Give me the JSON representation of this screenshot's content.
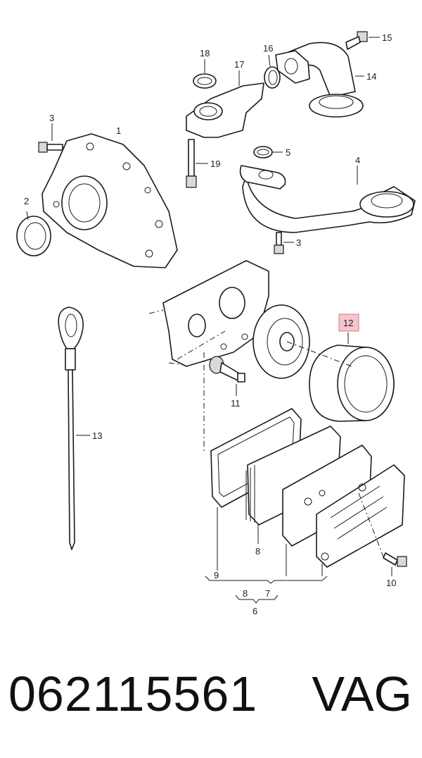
{
  "callouts": {
    "c1": "1",
    "c2": "2",
    "c3a": "3",
    "c3b": "3",
    "c4": "4",
    "c5": "5",
    "c6": "6",
    "c7": "7",
    "c8a": "8",
    "c8b": "8",
    "c9": "9",
    "c10": "10",
    "c11": "11",
    "c12": "12",
    "c13": "13",
    "c14": "14",
    "c15": "15",
    "c16": "16",
    "c17": "17",
    "c18": "18",
    "c19": "19"
  },
  "highlight_color": "#f4c6cb",
  "footer": {
    "part_number": "062115561",
    "brand": "VAG"
  }
}
